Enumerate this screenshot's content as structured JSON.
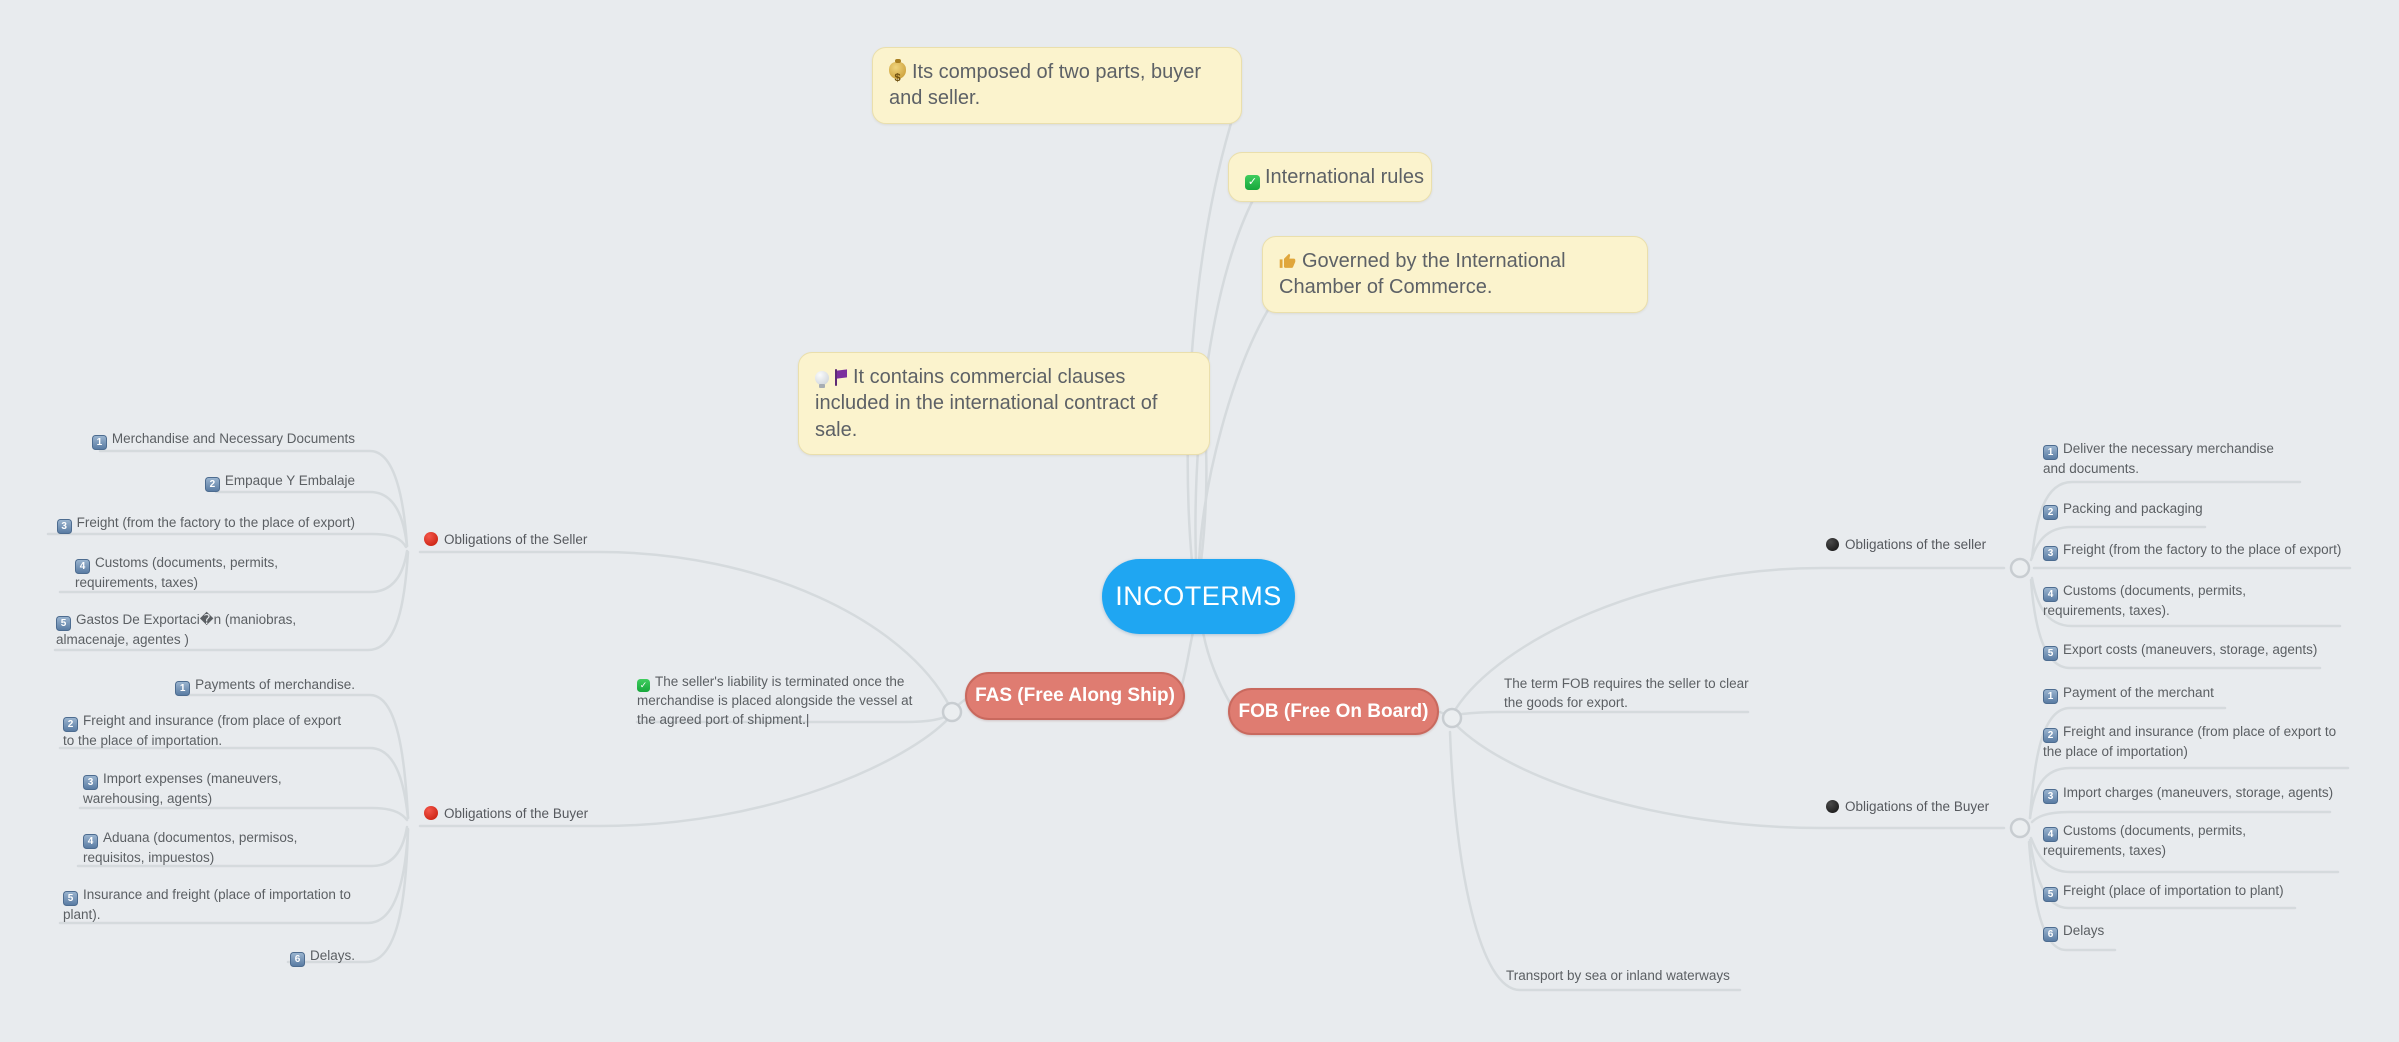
{
  "canvas": {
    "background": "#E8EBEE",
    "branch_color": "#D5DADD",
    "text_color": "#5B5F63"
  },
  "center": {
    "label": "INCOTERMS",
    "color": "#1FA6F2"
  },
  "notes": [
    {
      "icon": "money-bag-icon",
      "text": "Its composed of two parts, buyer and seller."
    },
    {
      "icon": "check-icon",
      "text": "International rules"
    },
    {
      "icon": "thumbs-up-icon",
      "text": "Governed by the International Chamber of Commerce."
    },
    {
      "icon": "light-bulb-and-purple-flag-icons",
      "text": "It contains commercial clauses included in the international contract of sale."
    }
  ],
  "fas": {
    "label": "FAS (Free Along Ship)",
    "color": "#DF7C71",
    "note": {
      "icon": "check-icon",
      "text": "The seller's liability is terminated once the merchandise is placed alongside the vessel at the agreed port of shipment.|"
    },
    "seller": {
      "icon": "red-circle-icon",
      "label": "Obligations of the Seller",
      "items": [
        {
          "n": "1",
          "text": "Merchandise and Necessary Documents"
        },
        {
          "n": "2",
          "text": "Empaque Y Embalaje"
        },
        {
          "n": "3",
          "text": "Freight (from the factory to the place of export)"
        },
        {
          "n": "4",
          "text": "Customs (documents, permits, requirements, taxes)"
        },
        {
          "n": "5",
          "text": "Gastos De Exportaci�n (maniobras, almacenaje, agentes )"
        }
      ]
    },
    "buyer": {
      "icon": "red-circle-icon",
      "label": "Obligations of the Buyer",
      "items": [
        {
          "n": "1",
          "text": "Payments of merchandise."
        },
        {
          "n": "2",
          "text": "Freight and insurance (from place of export to the place of importation."
        },
        {
          "n": "3",
          "text": "Import expenses (maneuvers, warehousing, agents)"
        },
        {
          "n": "4",
          "text": "Aduana (documentos, permisos, requisitos, impuestos)"
        },
        {
          "n": "5",
          "text": "Insurance and freight (place of importation to plant)."
        },
        {
          "n": "6",
          "text": "Delays."
        }
      ]
    }
  },
  "fob": {
    "label": "FOB (Free On Board)",
    "color": "#DF7C71",
    "note": "The term FOB requires the seller to clear the goods for export.",
    "transport": "Transport by sea or inland waterways",
    "seller": {
      "icon": "black-circle-icon",
      "label": "Obligations of the seller",
      "items": [
        {
          "n": "1",
          "text": "Deliver the necessary merchandise and documents."
        },
        {
          "n": "2",
          "text": "Packing and packaging"
        },
        {
          "n": "3",
          "text": "Freight (from the factory to the place of export)"
        },
        {
          "n": "4",
          "text": "Customs (documents, permits, requirements, taxes)."
        },
        {
          "n": "5",
          "text": "Export costs (maneuvers, storage, agents)"
        }
      ]
    },
    "buyer": {
      "icon": "black-circle-icon",
      "label": "Obligations of the Buyer",
      "items": [
        {
          "n": "1",
          "text": "Payment of the merchant"
        },
        {
          "n": "2",
          "text": "Freight and insurance (from place of export to the place of importation)"
        },
        {
          "n": "3",
          "text": "Import charges (maneuvers, storage, agents)"
        },
        {
          "n": "4",
          "text": "Customs (documents, permits, requirements, taxes)"
        },
        {
          "n": "5",
          "text": "Freight (place of importation to plant)"
        },
        {
          "n": "6",
          "text": "Delays"
        }
      ]
    }
  }
}
